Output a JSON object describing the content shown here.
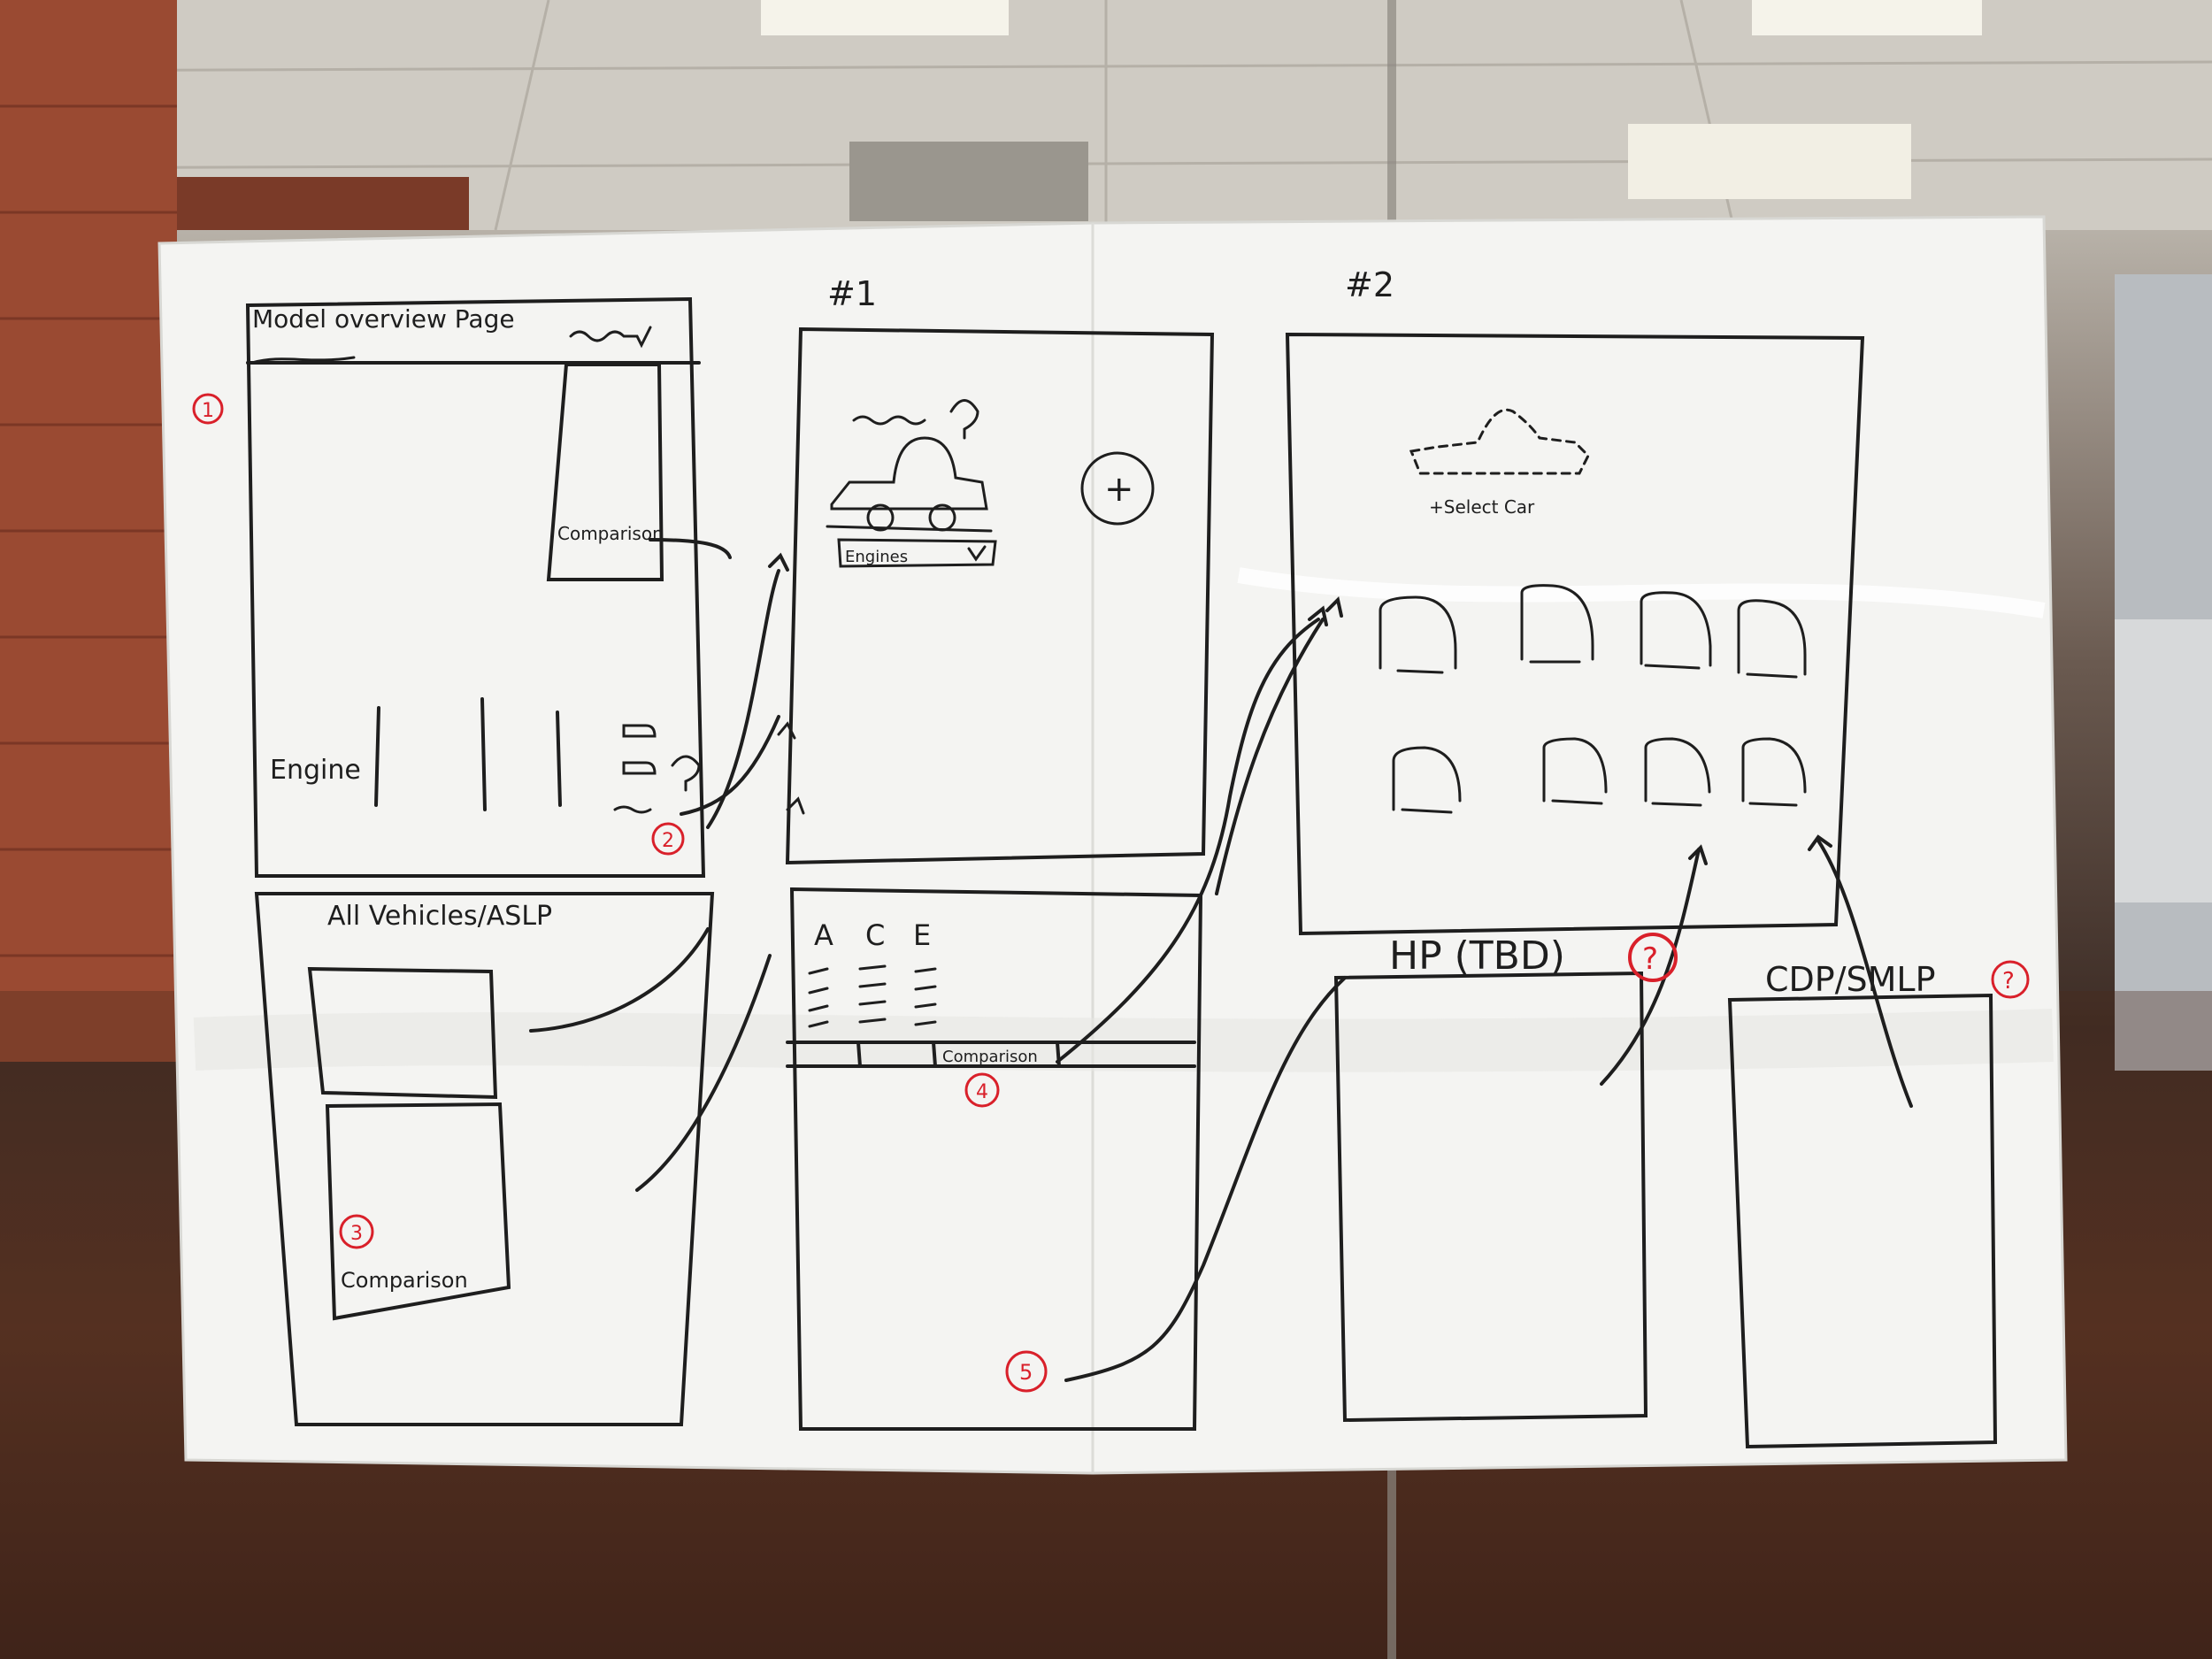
{
  "sheet1": {
    "title": "Model overview Page",
    "comparison_label": "Comparison",
    "engine_label": "Engine",
    "marker_1": "1",
    "marker_2": "2",
    "lower_title": "All Vehicles/ASLP",
    "marker_3": "3",
    "lower_comparison_label": "Comparison"
  },
  "sheet2": {
    "title": "#1",
    "engines_label": "Engines",
    "plus_symbol": "+",
    "question_mark": "?",
    "columns": [
      "A",
      "C",
      "E"
    ],
    "comparison_label": "Comparison",
    "marker_4": "4",
    "marker_5": "5"
  },
  "sheet3": {
    "title": "#2",
    "select_car_label": "+Select Car",
    "hp_title": "HP (TBD)",
    "hp_question": "?",
    "cdp_title": "CDP/SMLP",
    "cdp_question": "?"
  },
  "colors": {
    "marker_black": "#1e1e1e",
    "marker_red": "#d9202a",
    "board": "#f4f4f2"
  }
}
